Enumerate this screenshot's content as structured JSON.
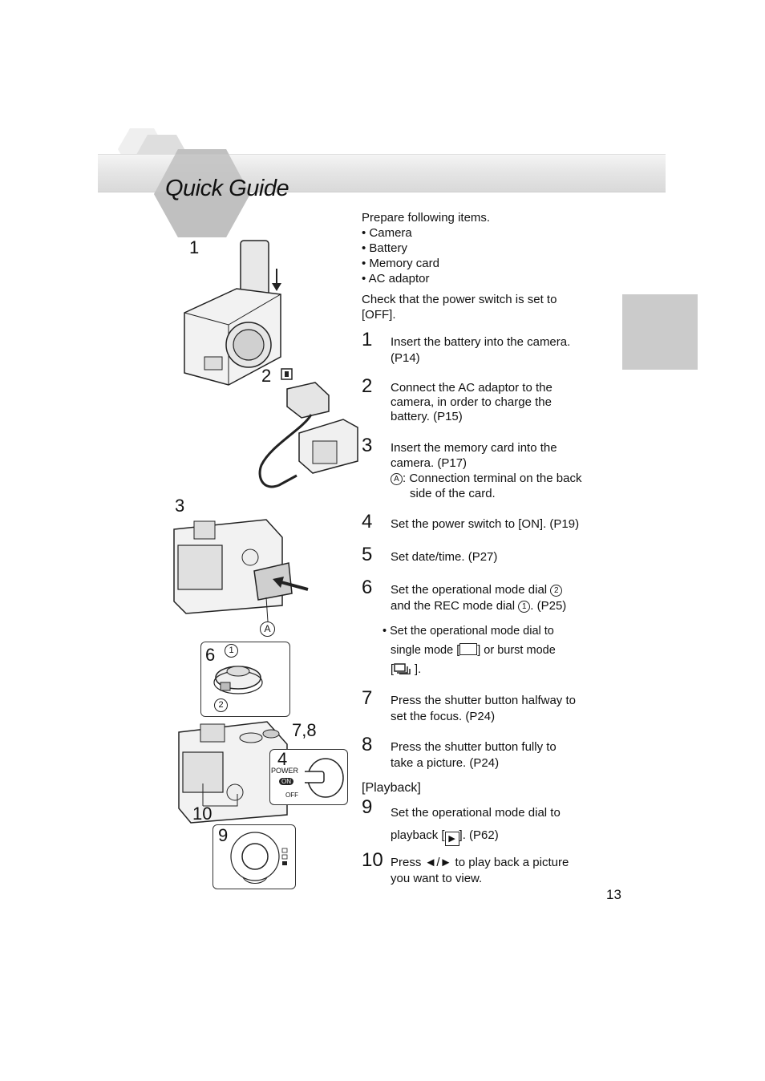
{
  "header": {
    "title": "Quick Guide"
  },
  "intro": {
    "lead": "Prepare following items.",
    "items": [
      "• Camera",
      "• Battery",
      "• Memory card",
      "• AC adaptor"
    ],
    "check_line1": "Check that the power switch is set to",
    "check_line2": "[OFF]."
  },
  "steps": [
    {
      "num": "1",
      "lines": [
        "Insert the battery into the camera.",
        "(P14)"
      ]
    },
    {
      "num": "2",
      "lines": [
        "Connect the AC adaptor to the",
        "camera, in order to charge the",
        "battery. (P15)"
      ]
    },
    {
      "num": "3",
      "lines": [
        "Insert the memory card into the",
        "camera. (P17)"
      ],
      "note_mark": "A",
      "note_line1": ": Connection terminal on the back",
      "note_line2": "side of the card."
    },
    {
      "num": "4",
      "lines": [
        "Set the power switch to [ON]. (P19)"
      ]
    },
    {
      "num": "5",
      "lines": [
        "Set date/time. (P27)"
      ]
    },
    {
      "num": "6",
      "line1_pre": "Set the operational mode dial ",
      "line1_mark": "2",
      "line2_pre": "and the REC mode dial ",
      "line2_mark": "1",
      "line2_post": ". (P25)"
    },
    {
      "num": "7",
      "lines": [
        "Press the shutter button halfway to",
        "set the focus. (P24)"
      ]
    },
    {
      "num": "8",
      "lines": [
        "Press the shutter button fully to",
        "take a picture. (P24)"
      ]
    },
    {
      "num": "9",
      "line1": "Set the operational mode dial to",
      "line2_pre": "playback [",
      "line2_post": "]. (P62)"
    },
    {
      "num": "10",
      "line1_pre": "Press ",
      "line1_arrows": "◄/►",
      "line1_post": " to play back a picture",
      "line2": "you want to view."
    }
  ],
  "mode_note": {
    "line1": "• Set the operational mode dial to",
    "line2_pre": "single mode [",
    "line2_post": "] or burst mode",
    "line3_pre": "[",
    "line3_post": " ]."
  },
  "playback_heading": "[Playback]",
  "page_number": "13",
  "figure_labels": {
    "f1": "1",
    "f2": "2",
    "f3": "3",
    "f6": "6",
    "f78": "7,8",
    "f4": "4",
    "f10": "10",
    "f9": "9",
    "mark_a": "A",
    "dial_1": "1",
    "dial_2": "2",
    "power": "POWER",
    "on": "ON",
    "off": "OFF"
  },
  "colors": {
    "side_tab": "#cbcbcb",
    "banner": "#e2e2e2",
    "text": "#111111"
  }
}
